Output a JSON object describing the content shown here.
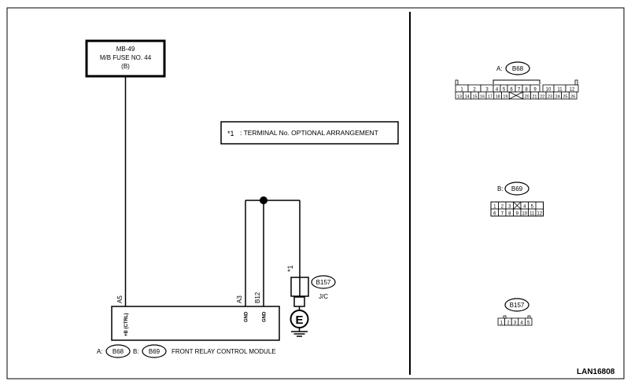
{
  "fuse_box": {
    "line1": "MB-49",
    "line2": "M/B FUSE NO. 44",
    "line3": "(B)"
  },
  "note": {
    "marker": "*1",
    "text": ": TERMINAL No. OPTIONAL ARRANGEMENT"
  },
  "module": {
    "pin_a5": "A5",
    "pin_a3": "A3",
    "pin_b12": "B12",
    "label_ctrl": "+B (CTRL)",
    "label_gnd1": "GND",
    "label_gnd2": "GND",
    "legend_a_prefix": "A:",
    "legend_a_code": "B68",
    "legend_b_prefix": "B:",
    "legend_b_code": "B69",
    "name": "FRONT RELAY CONTROL MODULE"
  },
  "joint": {
    "marker": "*1",
    "code": "B157",
    "type": "J/C",
    "ground_symbol": "E"
  },
  "connector_a": {
    "prefix": "A:",
    "code": "B68",
    "row1": [
      "1",
      "2",
      "3",
      "4",
      "5",
      "6",
      "7",
      "8",
      "9",
      "10",
      "11",
      "12"
    ],
    "row2": [
      "13",
      "14",
      "15",
      "16",
      "17",
      "18",
      "19",
      "",
      "20",
      "21",
      "22",
      "23",
      "24",
      "25",
      "26"
    ]
  },
  "connector_b": {
    "prefix": "B:",
    "code": "B69",
    "row1": [
      "1",
      "2",
      "3",
      "",
      "4",
      "5"
    ],
    "row2": [
      "6",
      "7",
      "8",
      "9",
      "10",
      "11",
      "12"
    ]
  },
  "connector_c": {
    "code": "B157",
    "row1": [
      "1",
      "2",
      "3",
      "4",
      "5"
    ]
  },
  "figure_id": "LAN16808"
}
